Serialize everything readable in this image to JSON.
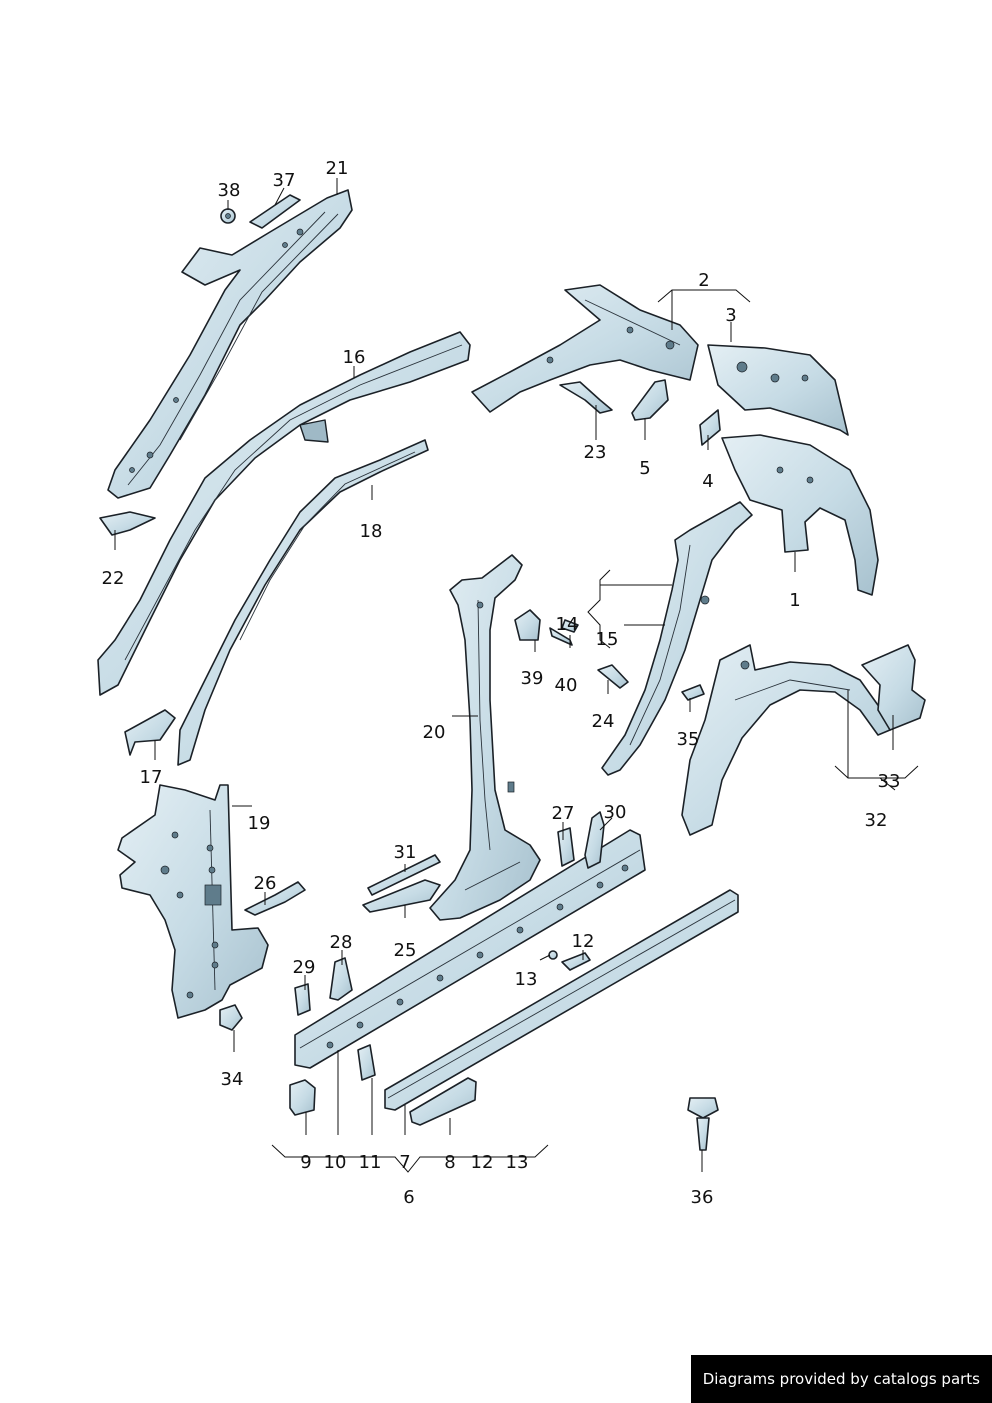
{
  "callouts": {
    "c1": "1",
    "c2": "2",
    "c3": "3",
    "c4": "4",
    "c5": "5",
    "c6": "6",
    "c7": "7",
    "c8": "8",
    "c9": "9",
    "c10": "10",
    "c11": "11",
    "c12a": "12",
    "c12b": "12",
    "c13a": "13",
    "c13b": "13",
    "c14": "14",
    "c15": "15",
    "c16": "16",
    "c17": "17",
    "c18": "18",
    "c19": "19",
    "c20": "20",
    "c21": "21",
    "c22": "22",
    "c23": "23",
    "c24": "24",
    "c25": "25",
    "c26": "26",
    "c27": "27",
    "c28": "28",
    "c29": "29",
    "c30": "30",
    "c31": "31",
    "c32": "32",
    "c33": "33",
    "c34": "34",
    "c35": "35",
    "c36": "36",
    "c37": "37",
    "c38": "38",
    "c39": "39",
    "c40": "40"
  },
  "footer": {
    "credit": "Diagrams provided by catalogs parts"
  },
  "colors": {
    "part_fill_light": "#d6e6ee",
    "part_fill_dark": "#9fb9c6",
    "outline": "#1b2127",
    "credit_background": "#000000"
  }
}
